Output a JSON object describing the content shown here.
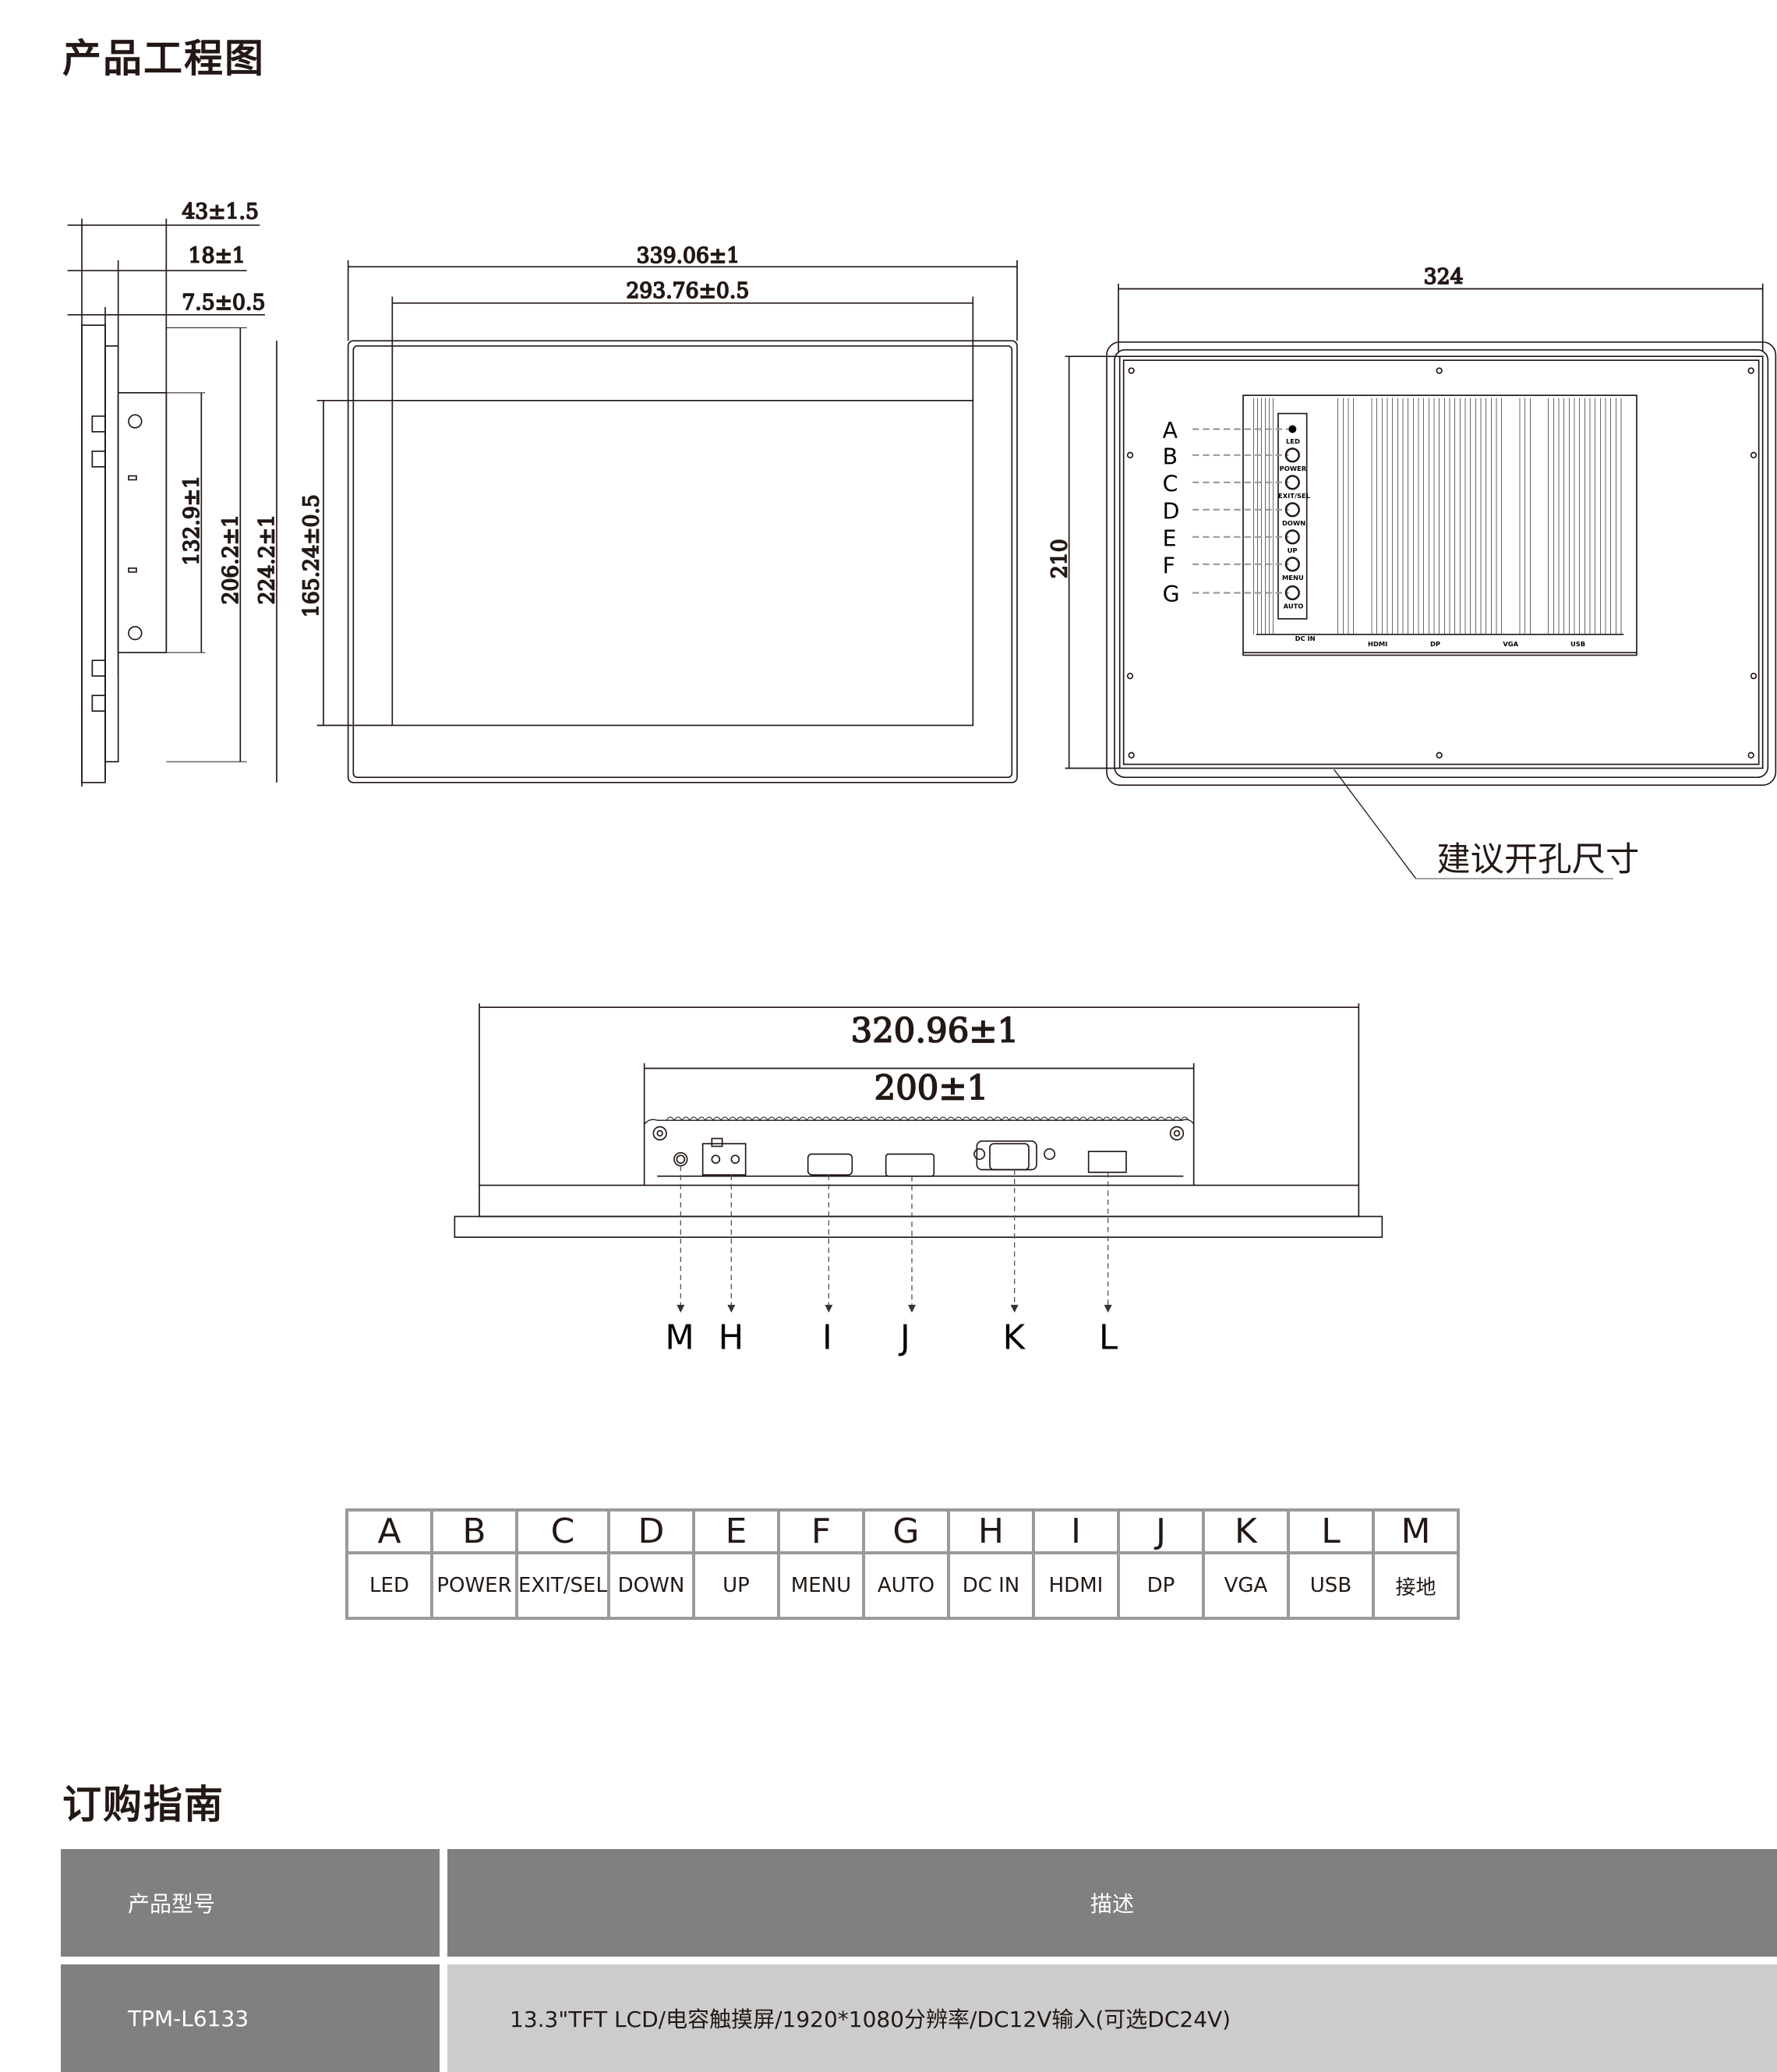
{
  "sections": {
    "engineering_title": "产品工程图",
    "ordering_title": "订购指南"
  },
  "side_view": {
    "dims": [
      "43±1.5",
      "18±1",
      "7.5±0.5",
      "132.9±1",
      "206.2±1",
      "224.2±1"
    ]
  },
  "front_view": {
    "dims": [
      "339.06±1",
      "293.76±0.5",
      "165.24±0.5"
    ]
  },
  "rear_view": {
    "dims": [
      "324",
      "210"
    ],
    "cutout_label": "建议开孔尺寸",
    "buttons": [
      {
        "key": "A",
        "label": "LED"
      },
      {
        "key": "B",
        "label": "POWER"
      },
      {
        "key": "C",
        "label": "EXIT/SEL"
      },
      {
        "key": "D",
        "label": "DOWN"
      },
      {
        "key": "E",
        "label": "UP"
      },
      {
        "key": "F",
        "label": "MENU"
      },
      {
        "key": "G",
        "label": "AUTO"
      }
    ],
    "port_labels": [
      "DC IN",
      "HDMI",
      "DP",
      "VGA",
      "USB"
    ]
  },
  "bottom_view": {
    "dims": [
      "320.96±1",
      "200±1"
    ],
    "callouts": [
      "M",
      "H",
      "I",
      "J",
      "K",
      "L"
    ]
  },
  "port_table": {
    "keys": [
      "A",
      "B",
      "C",
      "D",
      "E",
      "F",
      "G",
      "H",
      "I",
      "J",
      "K",
      "L",
      "M"
    ],
    "names": [
      "LED",
      "POWER",
      "EXIT/SEL",
      "DOWN",
      "UP",
      "MENU",
      "AUTO",
      "DC IN",
      "HDMI",
      "DP",
      "VGA",
      "USB",
      "接地"
    ]
  },
  "ordering": {
    "headers": {
      "model": "产品型号",
      "description": "描述"
    },
    "rows": [
      {
        "model": "TPM-L6133",
        "description": "13.3\"TFT LCD/电容触摸屏/1920*1080分辨率/DC12V输入(可选DC24V)"
      }
    ]
  },
  "colors": {
    "header_bg": "#808080",
    "desc_bg": "#cccccc",
    "table_border": "#9a9a9a"
  }
}
